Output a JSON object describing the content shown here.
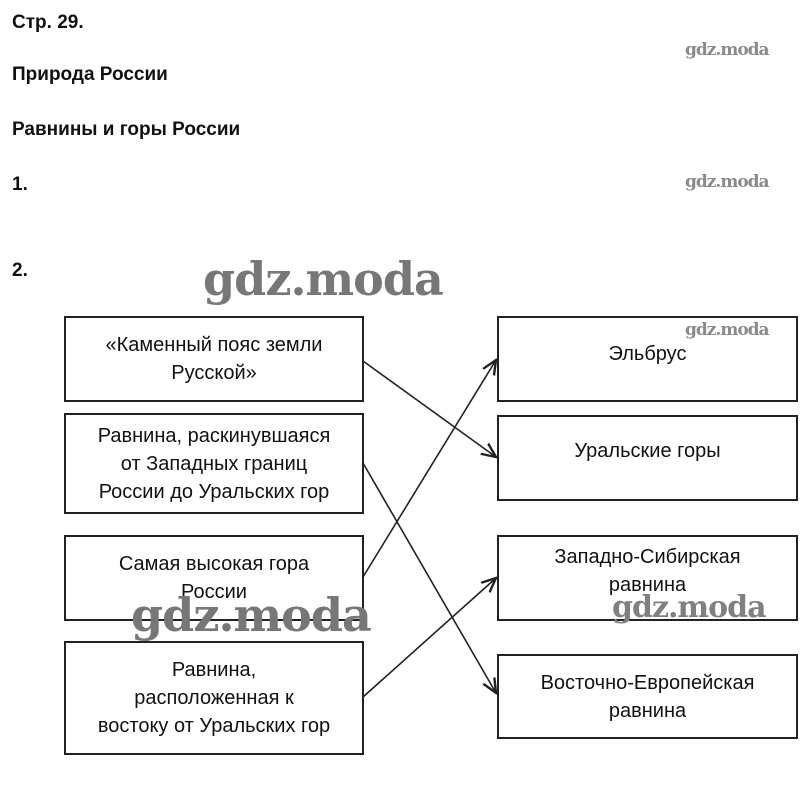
{
  "page": "Стр. 29.",
  "section": "Природа России",
  "topic": "Равнины и горы России",
  "task1": "1.",
  "task2": "2.",
  "left_items": [
    "«Каменный пояс земли\nРусской»",
    "Равнина, раскинувшаяся\nот Западных границ\nРоссии до Уральских гор",
    "Самая высокая гора\nРоссии",
    "Равнина,\nрасположенная к\nвостоку от Уральских гор"
  ],
  "right_items": [
    "Эльбрус",
    "Уральские горы",
    "Западно-Сибирская\nравнина",
    "Восточно-Европейская\nравнина"
  ],
  "matches": [
    [
      0,
      1
    ],
    [
      1,
      3
    ],
    [
      2,
      0
    ],
    [
      3,
      2
    ]
  ],
  "watermark": "gdz.moda"
}
